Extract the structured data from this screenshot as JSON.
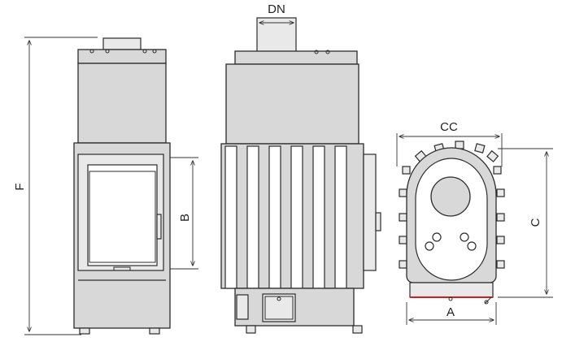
{
  "dimension_labels": {
    "dn": "DN",
    "f": "F",
    "b": "B",
    "cc": "CC",
    "c": "C",
    "a": "A"
  },
  "colors": {
    "line": "#2b2b2b",
    "body_fill": "#d8d8d8",
    "light_fill": "#e9e9e9",
    "highlight": "#d22020"
  }
}
